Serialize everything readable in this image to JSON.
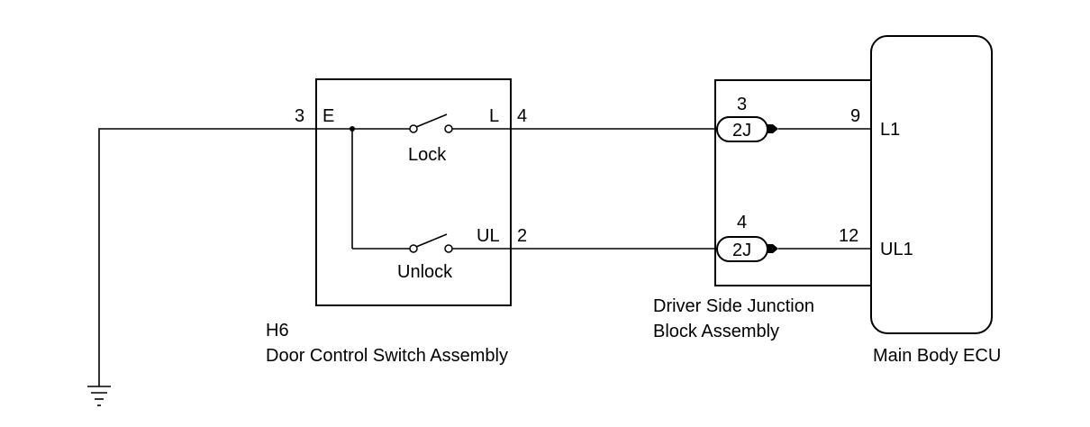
{
  "switch_assembly": {
    "code": "H6",
    "name": "Door Control Switch Assembly",
    "pin_e_number": "3",
    "pin_e_label": "E",
    "pin_l_label": "L",
    "pin_l_number": "4",
    "pin_ul_label": "UL",
    "pin_ul_number": "2",
    "lock_label": "Lock",
    "unlock_label": "Unlock"
  },
  "junction_block": {
    "name_line1": "Driver Side Junction",
    "name_line2": "Block Assembly",
    "connector_top_pin": "3",
    "connector_top_label": "2J",
    "connector_bottom_pin": "4",
    "connector_bottom_label": "2J"
  },
  "ecu": {
    "name": "Main Body ECU",
    "pin_l1_number": "9",
    "pin_l1_label": "L1",
    "pin_ul1_number": "12",
    "pin_ul1_label": "UL1"
  }
}
